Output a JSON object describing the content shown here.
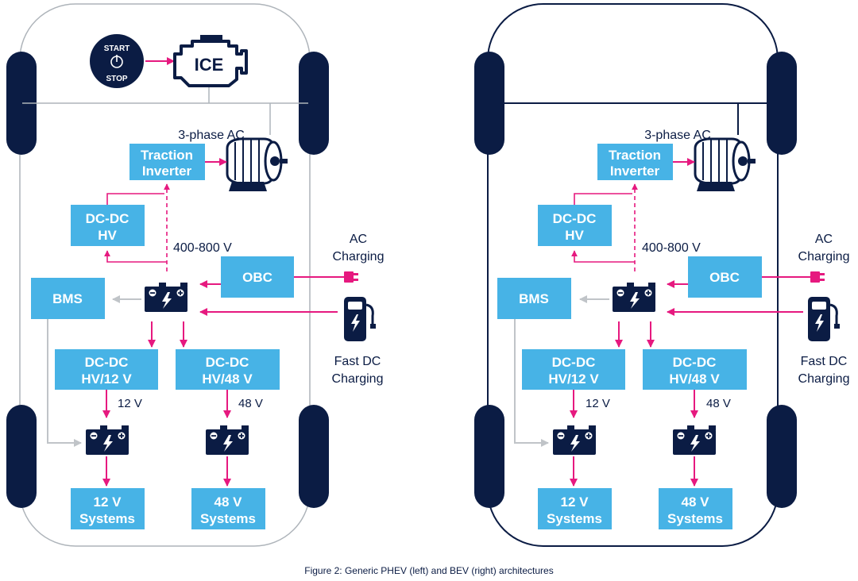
{
  "caption": "Figure 2: Generic PHEV (left) and BEV (right) architectures",
  "colors": {
    "box": "#47b3e6",
    "navy": "#0b1c44",
    "magenta": "#e6197f",
    "gray": "#c0c4c8",
    "body_light": "#aeb4ba"
  },
  "start_stop": {
    "top": "START",
    "bottom": "STOP",
    "icon": "power-icon"
  },
  "ice_label": "ICE",
  "labels": {
    "three_phase": "3-phase AC",
    "voltage": "400-800 V",
    "ac_charging_1": "AC",
    "ac_charging_2": "Charging",
    "fast_dc_1": "Fast DC",
    "fast_dc_2": "Charging",
    "v12": "12 V",
    "v48": "48 V"
  },
  "boxes": {
    "traction_1": "Traction",
    "traction_2": "Inverter",
    "dcdc_hv_1": "DC-DC",
    "dcdc_hv_2": "HV",
    "obc": "OBC",
    "bms": "BMS",
    "dcdc_12_1": "DC-DC",
    "dcdc_12_2": "HV/12 V",
    "dcdc_48_1": "DC-DC",
    "dcdc_48_2": "HV/48 V",
    "sys12_1": "12 V",
    "sys12_2": "Systems",
    "sys48_1": "48 V",
    "sys48_2": "Systems"
  },
  "panels": [
    {
      "name": "phev",
      "has_engine": true
    },
    {
      "name": "bev",
      "has_engine": false
    }
  ]
}
